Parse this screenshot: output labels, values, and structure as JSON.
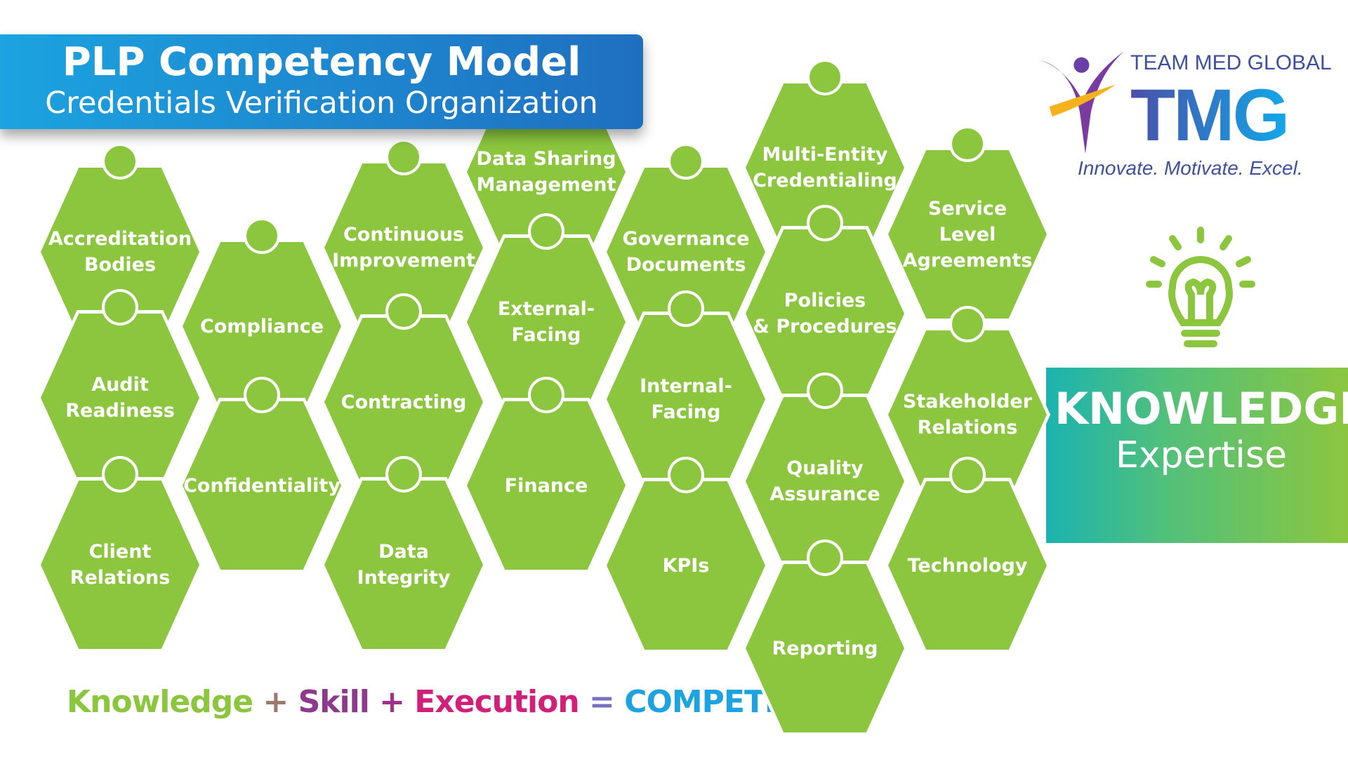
{
  "banner": {
    "title": "PLP Competency Model",
    "subtitle": "Credentials Verification Organization"
  },
  "logo": {
    "company": "TEAM MED GLOBAL",
    "mark": "TMG",
    "tagline": "Innovate. Motivate. Excel."
  },
  "pieces": [
    "Accreditation\nBodies",
    "Compliance",
    "Audit\nReadiness",
    "Confidentiality",
    "Client\nRelations",
    "Continuous\nImprovement",
    "Contracting",
    "Data\nIntegrity",
    "Data Sharing\nManagement",
    "External-Facing",
    "Finance",
    "Governance\nDocuments",
    "Internal-Facing",
    "KPIs",
    "Multi-Entity\nCredentialing",
    "Policies\n& Procedures",
    "Quality\nAssurance",
    "Reporting",
    "Service\nLevel\nAgreements",
    "Stakeholder\nRelations",
    "Technology"
  ],
  "knowledge": {
    "title": "KNOWLEDGE",
    "subtitle": "Expertise"
  },
  "equation": {
    "knowledge": "Knowledge",
    "plus1": " + ",
    "skill": "Skill",
    "plus2": " + ",
    "execution": "Execution",
    "equals": " = ",
    "competence": "COMPETENCE"
  },
  "colors": {
    "piece": "#8cc63f",
    "banner": "#1ca3e0",
    "skill": "#8e3a8c",
    "execution": "#d0207a",
    "competence": "#1ca3e0"
  }
}
